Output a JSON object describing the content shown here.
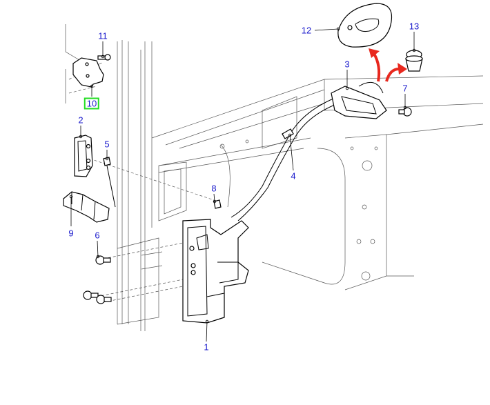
{
  "diagram": {
    "title": "Door latch and handle assembly exploded view",
    "selected_callout": "10",
    "callout_color": "#1a1acc",
    "highlight_color": "#22dd22",
    "arrow_color": "#e8281e",
    "callouts": [
      "11",
      "10",
      "2",
      "5",
      "9",
      "6",
      "8",
      "12",
      "13",
      "3",
      "7",
      "4",
      "1"
    ]
  }
}
